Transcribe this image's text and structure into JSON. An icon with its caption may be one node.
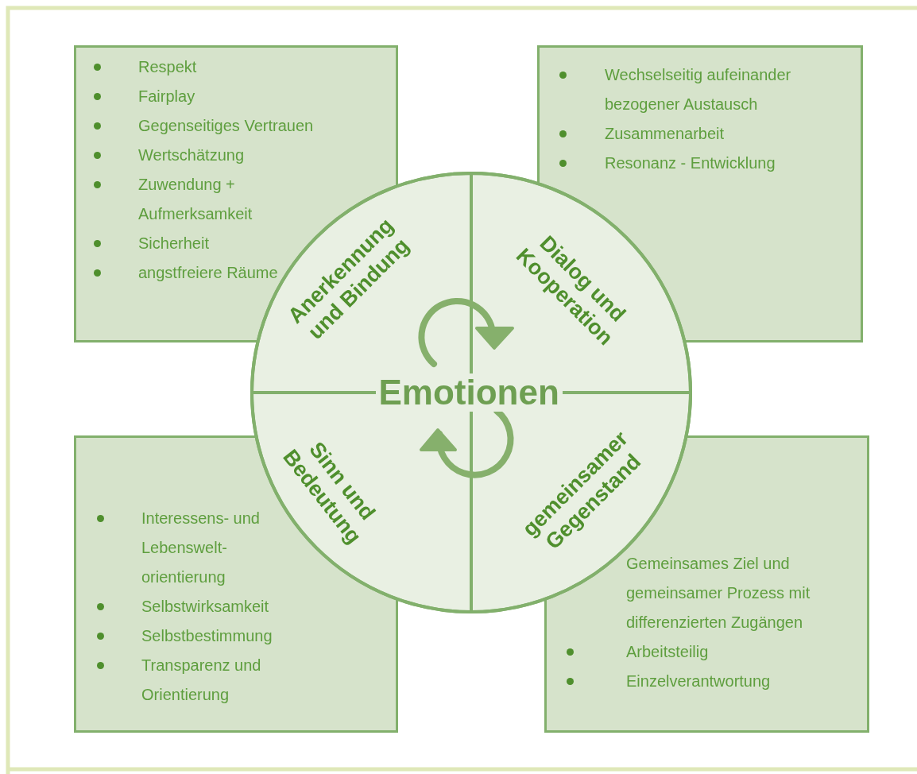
{
  "diagram": {
    "nodes": [
      {
        "text": [
          "Respekt",
          "Fairplay",
          "Gegenseitiges Vertrauen",
          "Wertschätzung",
          "Zuwendung + Aufmerksamkeit",
          "Sicherheit",
          "angstfreiere Räume"
        ]
      },
      {
        "text": [
          "Wechselseitig aufeinander bezogener Austausch",
          "Zusammenarbeit",
          "Resonanz - Entwicklung"
        ]
      },
      {
        "text": [],
        "shape": "circle"
      },
      {
        "text": [
          "Emotionen"
        ],
        "in": 2
      },
      {
        "text": [
          "Anerkennung und Bindung"
        ],
        "in": 2
      },
      {
        "text": [
          "Dialog und Kooperation"
        ],
        "in": 2
      },
      {
        "text": [
          "Sinn und Bedeutung"
        ],
        "in": 2
      },
      {
        "text": [
          "gemeinsamer Gegenstand"
        ],
        "in": 2
      },
      {
        "text": [
          "Interessens- und Lebenswelt- orientierung",
          "Selbstwirksamkeit",
          "Selbstbestimmung",
          "Transparenz und Orientierung"
        ]
      },
      {
        "text": [
          "Gemeinsames Ziel und gemeinsamer Prozess mit differenzierten Zugängen",
          "Arbeitsteilig",
          "Einzelverantwortung"
        ]
      }
    ],
    "edges": []
  }
}
